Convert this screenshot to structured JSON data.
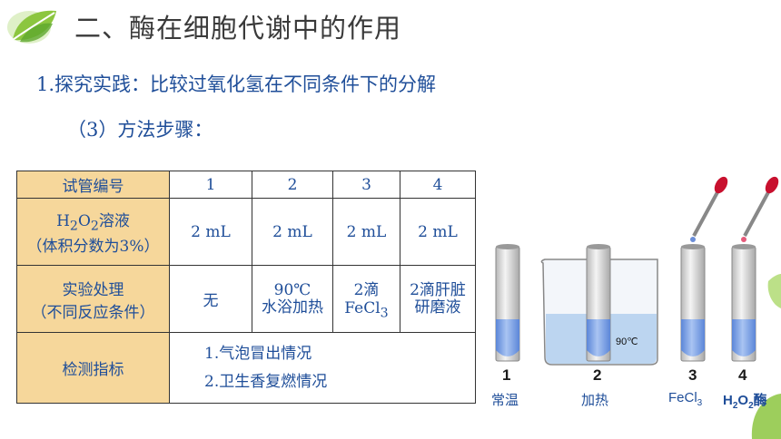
{
  "header": {
    "title": "二、酶在细胞代谢中的作用",
    "subtitle": "1.探究实践：比较过氧化氢在不同条件下的分解",
    "step": "（3）方法步骤："
  },
  "table": {
    "row1": {
      "label": "试管编号",
      "c1": "1",
      "c2": "2",
      "c3": "3",
      "c4": "4"
    },
    "row2": {
      "label_a": "H",
      "label_a_sub": "2",
      "label_b": "O",
      "label_b_sub": "2",
      "label_c": "溶液",
      "label_line2": "（体积分数为3%）",
      "c1": "2 mL",
      "c2": "2 mL",
      "c3": "2 mL",
      "c4": "2 mL"
    },
    "row3": {
      "label_line1": "实验处理",
      "label_line2": "（不同反应条件）",
      "c1": "无",
      "c2_line1": "90℃",
      "c2_line2": "水浴加热",
      "c3_line1": "2滴",
      "c3_line2": "FeCl",
      "c3_sub": "3",
      "c4_line1": "2滴肝脏",
      "c4_line2": "研磨液"
    },
    "row4": {
      "label": "检测指标",
      "item1": "1.气泡冒出情况",
      "item2": "2.卫生香复燃情况"
    }
  },
  "apparatus": {
    "beaker_temp": "90℃",
    "tubes": [
      {
        "num": "1",
        "caption": "常温"
      },
      {
        "num": "2",
        "caption": "加热"
      },
      {
        "num": "3",
        "caption": "FeCl",
        "caption_sub": "3"
      },
      {
        "num": "4",
        "caption_a": "H",
        "caption_a_sub": "2",
        "caption_b": "O",
        "caption_b_sub": "2",
        "caption_c": "酶"
      }
    ]
  },
  "colors": {
    "accent": "#1f4e99",
    "header_cell": "#f6d79b",
    "liquid": "#7aa4e8"
  }
}
